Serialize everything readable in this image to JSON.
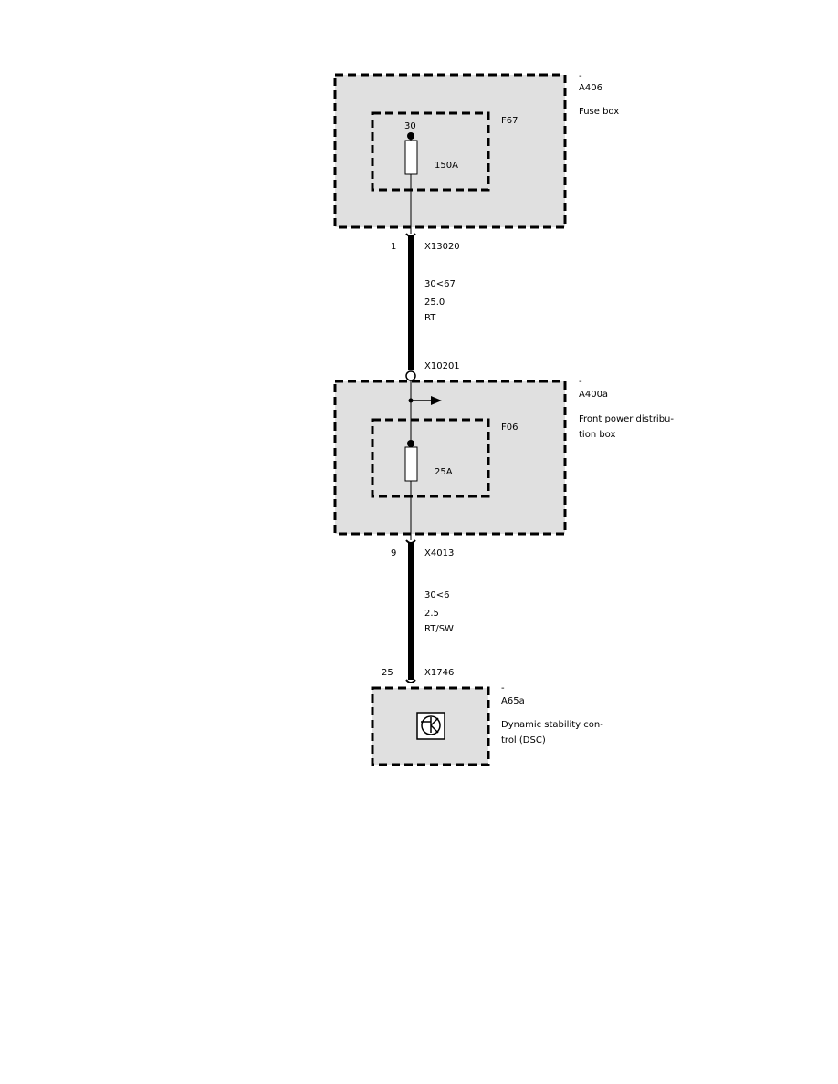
{
  "components": {
    "a406": {
      "mark": "-",
      "id": "A406",
      "desc": "Fuse box"
    },
    "f67": {
      "id": "F67",
      "terminal": "30",
      "rating": "150A"
    },
    "a400a": {
      "mark": "-",
      "id": "A400a",
      "desc_line1": "Front power distribu-",
      "desc_line2": "tion box"
    },
    "f06": {
      "id": "F06",
      "rating": "25A"
    },
    "a65a": {
      "mark": "-",
      "id": "A65a",
      "desc_line1": "Dynamic stability con-",
      "desc_line2": "trol (DSC)"
    }
  },
  "connectors": {
    "x13020": {
      "pin": "1",
      "id": "X13020"
    },
    "x10201": {
      "id": "X10201"
    },
    "x4013": {
      "pin": "9",
      "id": "X4013"
    },
    "x1746": {
      "pin": "25",
      "id": "X1746"
    }
  },
  "wires": {
    "w1": {
      "circuit": "30<67",
      "gauge": "25.0",
      "color": "RT"
    },
    "w2": {
      "circuit": "30<6",
      "gauge": "2.5",
      "color": "RT/SW"
    }
  }
}
